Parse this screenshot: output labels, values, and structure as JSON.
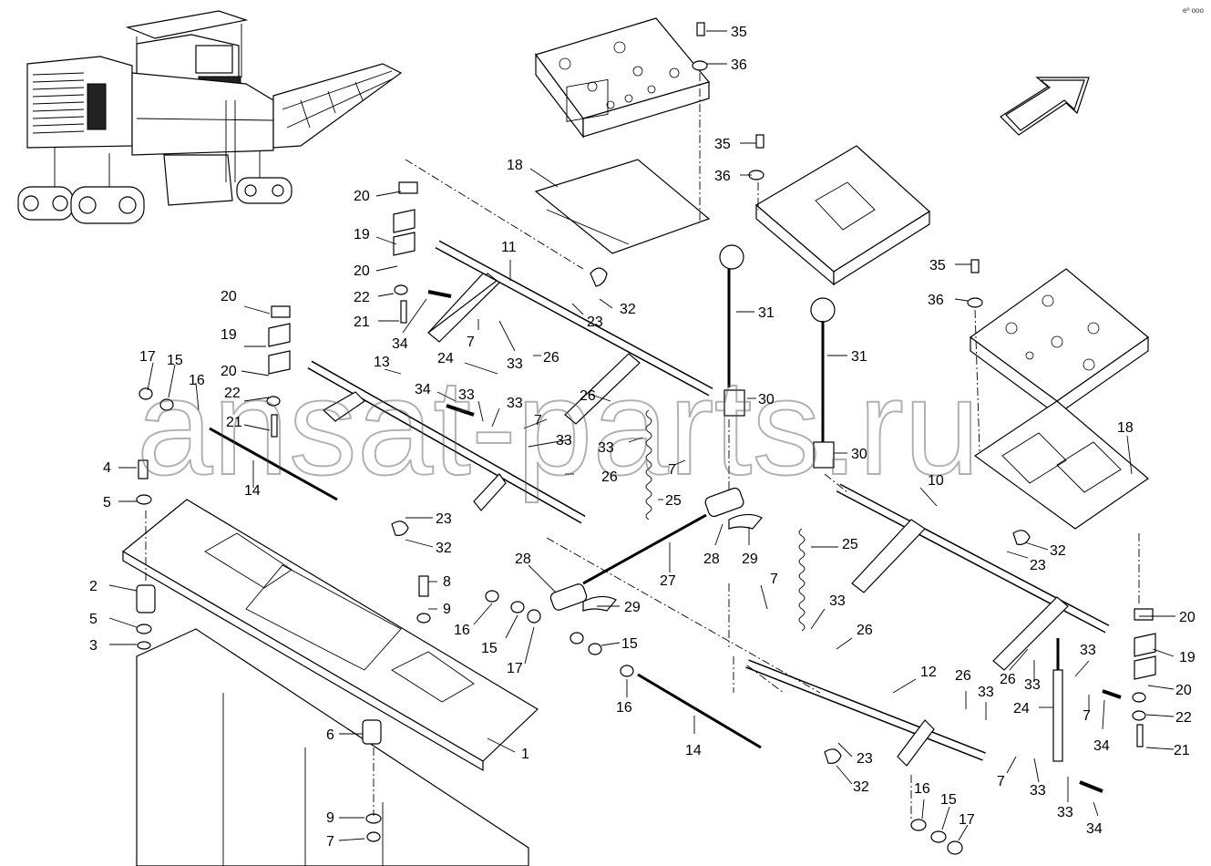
{
  "watermark": "ansat-parts.ru",
  "corner_mark": "eº ooo",
  "callouts": [
    {
      "id": "c35a",
      "label": "35"
    },
    {
      "id": "c36a",
      "label": "36"
    },
    {
      "id": "c35b",
      "label": "35"
    },
    {
      "id": "c36b",
      "label": "36"
    },
    {
      "id": "c35c",
      "label": "35"
    },
    {
      "id": "c36c",
      "label": "36"
    },
    {
      "id": "c18a",
      "label": "18"
    },
    {
      "id": "c18b",
      "label": "18"
    },
    {
      "id": "c20a",
      "label": "20"
    },
    {
      "id": "c19a",
      "label": "19"
    },
    {
      "id": "c20b",
      "label": "20"
    },
    {
      "id": "c22a",
      "label": "22"
    },
    {
      "id": "c21a",
      "label": "21"
    },
    {
      "id": "c34a",
      "label": "34"
    },
    {
      "id": "c11",
      "label": "11"
    },
    {
      "id": "c32a",
      "label": "32"
    },
    {
      "id": "c23a",
      "label": "23"
    },
    {
      "id": "c31a",
      "label": "31"
    },
    {
      "id": "c31b",
      "label": "31"
    },
    {
      "id": "c20c",
      "label": "20"
    },
    {
      "id": "c19b",
      "label": "19"
    },
    {
      "id": "c20d",
      "label": "20"
    },
    {
      "id": "c22b",
      "label": "22"
    },
    {
      "id": "c21b",
      "label": "21"
    },
    {
      "id": "c7a",
      "label": "7"
    },
    {
      "id": "c26a",
      "label": "26"
    },
    {
      "id": "c33a",
      "label": "33"
    },
    {
      "id": "c24a",
      "label": "24"
    },
    {
      "id": "c13",
      "label": "13"
    },
    {
      "id": "c17a",
      "label": "17"
    },
    {
      "id": "c15a",
      "label": "15"
    },
    {
      "id": "c16a",
      "label": "16"
    },
    {
      "id": "c34b",
      "label": "34"
    },
    {
      "id": "c33b",
      "label": "33"
    },
    {
      "id": "c33c",
      "label": "33"
    },
    {
      "id": "c7b",
      "label": "7"
    },
    {
      "id": "c33d",
      "label": "33"
    },
    {
      "id": "c26b",
      "label": "26"
    },
    {
      "id": "c33e",
      "label": "33"
    },
    {
      "id": "c30a",
      "label": "30"
    },
    {
      "id": "c30b",
      "label": "30"
    },
    {
      "id": "c7c",
      "label": "7"
    },
    {
      "id": "c26c",
      "label": "26"
    },
    {
      "id": "c25a",
      "label": "25"
    },
    {
      "id": "c10",
      "label": "10"
    },
    {
      "id": "c4",
      "label": "4"
    },
    {
      "id": "c5a",
      "label": "5"
    },
    {
      "id": "c14a",
      "label": "14"
    },
    {
      "id": "c23b",
      "label": "23"
    },
    {
      "id": "c32b",
      "label": "32"
    },
    {
      "id": "c28a",
      "label": "28"
    },
    {
      "id": "c29a",
      "label": "29"
    },
    {
      "id": "c25b",
      "label": "25"
    },
    {
      "id": "c32c",
      "label": "32"
    },
    {
      "id": "c23c",
      "label": "23"
    },
    {
      "id": "c28b",
      "label": "28"
    },
    {
      "id": "c27",
      "label": "27"
    },
    {
      "id": "c29b",
      "label": "29"
    },
    {
      "id": "c2",
      "label": "2"
    },
    {
      "id": "c8",
      "label": "8"
    },
    {
      "id": "c9a",
      "label": "9"
    },
    {
      "id": "c5b",
      "label": "5"
    },
    {
      "id": "c3",
      "label": "3"
    },
    {
      "id": "c16b",
      "label": "16"
    },
    {
      "id": "c15b",
      "label": "15"
    },
    {
      "id": "c17b",
      "label": "17"
    },
    {
      "id": "c15c",
      "label": "15"
    },
    {
      "id": "c16c",
      "label": "16"
    },
    {
      "id": "c7d",
      "label": "7"
    },
    {
      "id": "c33f",
      "label": "33"
    },
    {
      "id": "c26d",
      "label": "26"
    },
    {
      "id": "c20e",
      "label": "20"
    },
    {
      "id": "c19c",
      "label": "19"
    },
    {
      "id": "c20f",
      "label": "20"
    },
    {
      "id": "c22c",
      "label": "22"
    },
    {
      "id": "c21c",
      "label": "21"
    },
    {
      "id": "c34c",
      "label": "34"
    },
    {
      "id": "c7e",
      "label": "7"
    },
    {
      "id": "c33g",
      "label": "33"
    },
    {
      "id": "c26e",
      "label": "26"
    },
    {
      "id": "c33h",
      "label": "33"
    },
    {
      "id": "c26f",
      "label": "26"
    },
    {
      "id": "c33i",
      "label": "33"
    },
    {
      "id": "c24b",
      "label": "24"
    },
    {
      "id": "c12",
      "label": "12"
    },
    {
      "id": "c14b",
      "label": "14"
    },
    {
      "id": "c6",
      "label": "6"
    },
    {
      "id": "c1",
      "label": "1"
    },
    {
      "id": "c23d",
      "label": "23"
    },
    {
      "id": "c32d",
      "label": "32"
    },
    {
      "id": "c7f",
      "label": "7"
    },
    {
      "id": "c33j",
      "label": "33"
    },
    {
      "id": "c33k",
      "label": "33"
    },
    {
      "id": "c34d",
      "label": "34"
    },
    {
      "id": "c16d",
      "label": "16"
    },
    {
      "id": "c15d",
      "label": "15"
    },
    {
      "id": "c17c",
      "label": "17"
    },
    {
      "id": "c9b",
      "label": "9"
    },
    {
      "id": "c7g",
      "label": "7"
    }
  ]
}
